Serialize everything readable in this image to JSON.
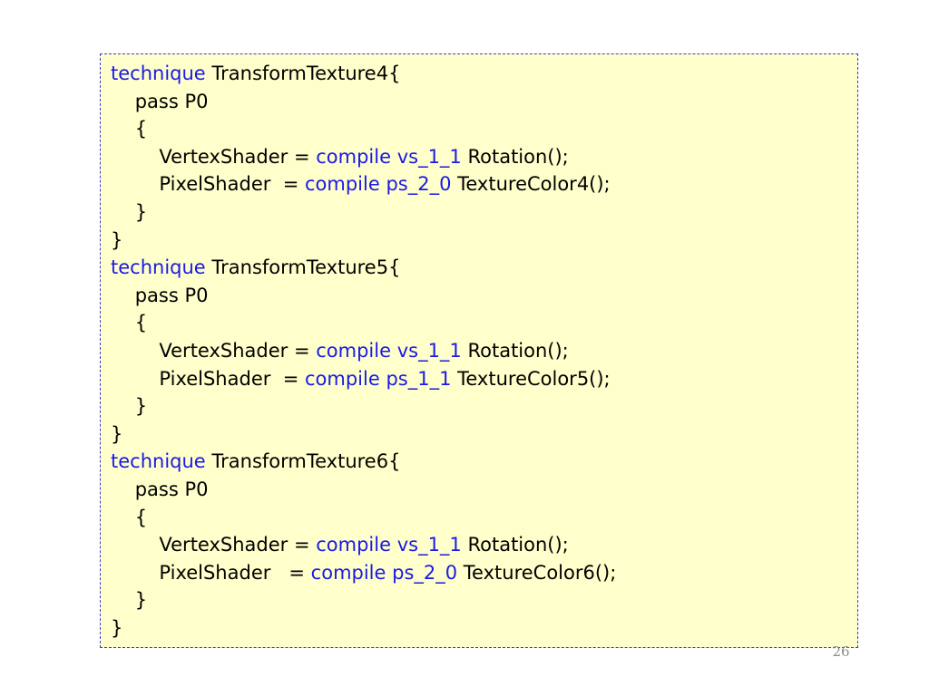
{
  "code": {
    "lines": [
      [
        {
          "t": "technique",
          "kw": true
        },
        {
          "t": " TransformTexture4{"
        }
      ],
      [
        {
          "t": "    pass P0"
        }
      ],
      [
        {
          "t": "    {"
        }
      ],
      [
        {
          "t": "        VertexShader = "
        },
        {
          "t": "compile vs_1_1",
          "kw": true
        },
        {
          "t": " Rotation();"
        }
      ],
      [
        {
          "t": "        PixelShader  = "
        },
        {
          "t": "compile ps_2_0",
          "kw": true
        },
        {
          "t": " TextureColor4();"
        }
      ],
      [
        {
          "t": "    }"
        }
      ],
      [
        {
          "t": "}"
        }
      ],
      [
        {
          "t": "technique",
          "kw": true
        },
        {
          "t": " TransformTexture5{"
        }
      ],
      [
        {
          "t": "    pass P0"
        }
      ],
      [
        {
          "t": "    {"
        }
      ],
      [
        {
          "t": "        VertexShader = "
        },
        {
          "t": "compile vs_1_1",
          "kw": true
        },
        {
          "t": " Rotation();"
        }
      ],
      [
        {
          "t": "        PixelShader  = "
        },
        {
          "t": "compile ps_1_1",
          "kw": true
        },
        {
          "t": " TextureColor5();"
        }
      ],
      [
        {
          "t": "    }"
        }
      ],
      [
        {
          "t": "}"
        }
      ],
      [
        {
          "t": "technique",
          "kw": true
        },
        {
          "t": " TransformTexture6{"
        }
      ],
      [
        {
          "t": "    pass P0"
        }
      ],
      [
        {
          "t": "    {"
        }
      ],
      [
        {
          "t": "        VertexShader = "
        },
        {
          "t": "compile vs_1_1",
          "kw": true
        },
        {
          "t": " Rotation();"
        }
      ],
      [
        {
          "t": "        PixelShader   = "
        },
        {
          "t": "compile ps_2_0",
          "kw": true
        },
        {
          "t": " TextureColor6();"
        }
      ],
      [
        {
          "t": "    }"
        }
      ],
      [
        {
          "t": "}"
        }
      ]
    ]
  },
  "page_number": "26",
  "colors": {
    "box_background": "#ffffcc",
    "box_border": "#3b3bd6",
    "keyword": "#1a1ae6",
    "text": "#000000"
  }
}
